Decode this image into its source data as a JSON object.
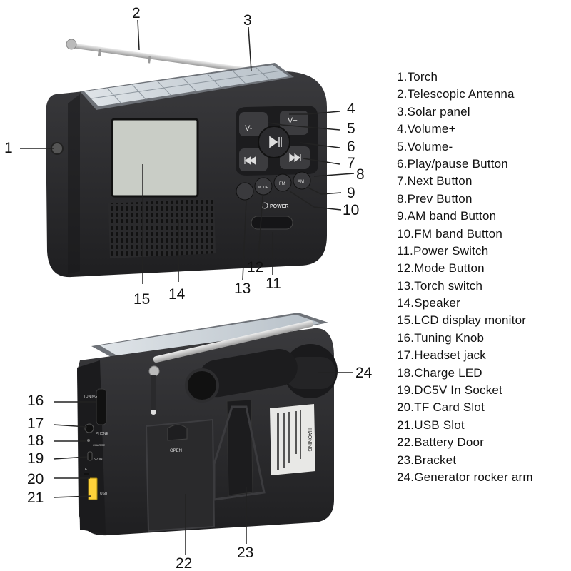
{
  "parts": [
    {
      "id": "1",
      "label": "1.Torch"
    },
    {
      "id": "2",
      "label": "2.Telescopic Antenna"
    },
    {
      "id": "3",
      "label": "3.Solar panel"
    },
    {
      "id": "4",
      "label": "4.Volume+"
    },
    {
      "id": "5",
      "label": "5.Volume-"
    },
    {
      "id": "6",
      "label": "6.Play/pause Button"
    },
    {
      "id": "7",
      "label": "7.Next Button"
    },
    {
      "id": "8",
      "label": "8.Prev Button"
    },
    {
      "id": "9",
      "label": "9.AM band Button"
    },
    {
      "id": "10",
      "label": "10.FM band Button"
    },
    {
      "id": "11",
      "label": "11.Power Switch"
    },
    {
      "id": "12",
      "label": "12.Mode Button"
    },
    {
      "id": "13",
      "label": "13.Torch switch"
    },
    {
      "id": "14",
      "label": "14.Speaker"
    },
    {
      "id": "15",
      "label": "15.LCD display monitor"
    },
    {
      "id": "16",
      "label": "16.Tuning Knob"
    },
    {
      "id": "17",
      "label": "17.Headset jack"
    },
    {
      "id": "18",
      "label": "18.Charge LED"
    },
    {
      "id": "19",
      "label": "19.DC5V In Socket"
    },
    {
      "id": "20",
      "label": "20.TF Card Slot"
    },
    {
      "id": "21",
      "label": "21.USB Slot"
    },
    {
      "id": "22",
      "label": "22.Battery Door"
    },
    {
      "id": "23",
      "label": "23.Bracket"
    },
    {
      "id": "24",
      "label": "24.Generator rocker arm"
    }
  ],
  "device_text": {
    "vol_plus": "V+",
    "vol_minus": "V-",
    "mode": "MODE",
    "fm": "FM",
    "am": "AM",
    "power": "POWER",
    "tuning": "TUNING",
    "phone": "PHONE",
    "charge": "CHARGE",
    "dc_in": "5V IN",
    "tf": "TF",
    "usb": "USB",
    "open": "OPEN",
    "brand": "HAONING"
  },
  "colors": {
    "body": "#2d2d2f",
    "body_light": "#48484b",
    "lcd": "#c9cdc6",
    "solar": "#cfd6dc",
    "antenna": "#c8c8c8",
    "text": "#111111"
  }
}
